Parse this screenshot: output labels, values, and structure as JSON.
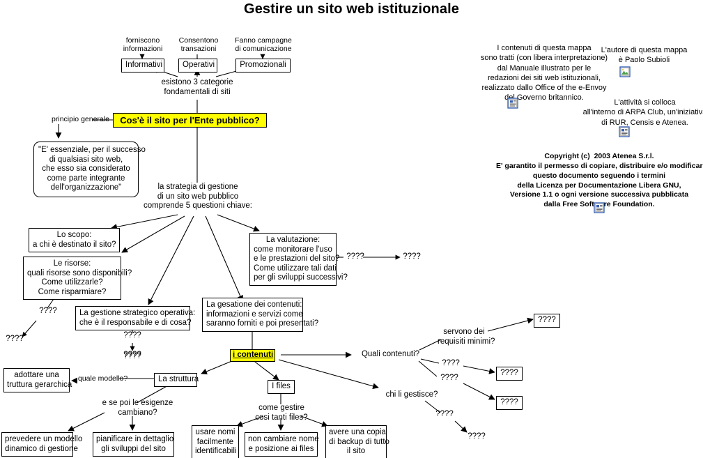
{
  "title": "Gestire un sito web istituzionale",
  "colors": {
    "highlight": "#ffff00",
    "line": "#000000",
    "background": "#ffffff",
    "icon_border": "#1f4ea8",
    "icon_image_green": "#4f9f4f"
  },
  "root": {
    "label": "Cos'è il sito per l'Ente pubblico?",
    "highlighted": true
  },
  "categories": {
    "stem_label": "esistono 3 categorie\nfondamentali di siti",
    "items": [
      {
        "label": "Informativi",
        "relation": "forniscono\ninformazioni"
      },
      {
        "label": "Operativi",
        "relation": "Consentono\ntransazioni"
      },
      {
        "label": "Promozionali",
        "relation": "Fanno campagne\ndi comunicazione"
      }
    ]
  },
  "principle": {
    "relation": "principio generale",
    "quote": "\"E' essenziale, per il successo\ndi qualsiasi sito web,\nche esso sia considerato\ncome parte integrante\ndell'organizzazione\""
  },
  "strategy": {
    "label": "la strategia di gestione\ndi un sito web pubblico\ncomprende 5 questioni chiave:",
    "questions": [
      {
        "label": "Lo scopo:\na chi è destinato il sito?"
      },
      {
        "label": "Le risorse:\nquali risorse sono disponibili?\nCome utilizzarle?\nCome risparmiare?"
      },
      {
        "label": "La gestione strategico operativa:\nche è il responsabile e di cosa?"
      },
      {
        "label": "La gesatione dei contenuti:\ninformazioni e servizi come\nsaranno forniti e poi presentati?"
      },
      {
        "label": "La valutazione:\ncome monitorare l'uso\ne le prestazioni del sito?\nCome utilizzare tali dati\nper gli sviluppi successivi?"
      }
    ]
  },
  "contenuti": {
    "label": "i contenuti",
    "highlighted": true,
    "branches": [
      {
        "relation": "quale modello?",
        "label": "La struttura"
      },
      {
        "label": "I files"
      },
      {
        "label": "Quali contenuti?"
      },
      {
        "label": "chi li gestisce?"
      }
    ]
  },
  "struttura": {
    "left_target": "adottare una\ntruttura gerarchica",
    "relation_left": "quale modello?",
    "relation_down": "e se poi le esigenze\ncambiano?",
    "targets": [
      "prevedere un modello\ndinamico di gestione",
      "pianificare in dettaglio\ngli sviluppi del sito"
    ]
  },
  "files": {
    "label": "I files",
    "relation": "come gestire\ncosi tanti files?",
    "targets": [
      "usare nomi\nfacilmente\nidentificabili",
      "non cambiare nome\ne posizione ai files",
      "avere una copia\ndi backup di tutto\nil sito"
    ]
  },
  "quali_contenuti": {
    "label": "Quali contenuti?",
    "relations": [
      "servono dei\nrequisiti minimi?",
      "????",
      "????"
    ],
    "targets": [
      "????",
      "????",
      "????"
    ]
  },
  "chi_gestisce": {
    "label": "chi li gestisce?",
    "relation": "????",
    "target": "????"
  },
  "placeholders": {
    "risorse_relation": "????",
    "risorse_target": "????",
    "gestione_relation": "????",
    "gestione_target": "????",
    "valutazione_relation": "????",
    "valutazione_target": "????",
    "struttura_above": "????"
  },
  "notes": {
    "source": "I contenuti di questa mappa\nsono tratti (con libera interpretazione)\ndal Manuale illustrato per le\nredazioni dei siti web istituzionali,\nrealizzato dallo Office of the e-Envoy\ndel Governo britannico.",
    "author": "L'autore di questa mappa\nè Paolo Subioli",
    "activity": "L'attività si colloca\nall'interno di ARPA Club, un'iniziativa\ndi RUR, Censis e Atenea.",
    "copyright": "Copyright (c)  2003 Atenea S.r.l.\nE' garantito il permesso di copiare, distribuire e/o modificare\nquesto documento seguendo i termini\ndella Licenza per Documentazione Libera GNU,\nVersione 1.1 o ogni versione successiva pubblicata\ndalla Free Software Foundation."
  },
  "icons": {
    "source_icon": "document-icon",
    "author_icon": "image-icon",
    "activity_icon": "document-icon",
    "copyright_icon": "document-icon"
  }
}
